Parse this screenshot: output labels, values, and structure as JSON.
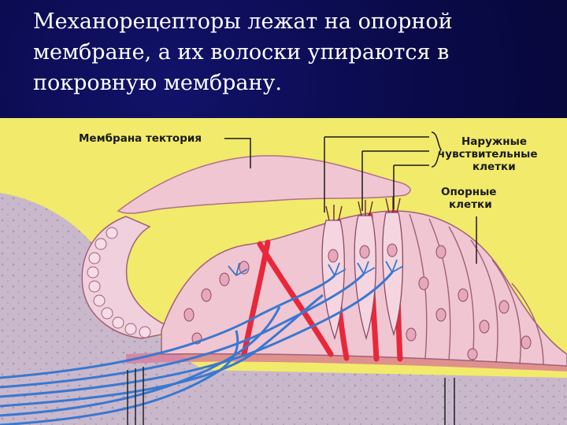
{
  "slide": {
    "title": "Механорецепторы лежат на опорной мембране, а их волоски упираются в покровную мембрану."
  },
  "diagram": {
    "labels": {
      "tectorial_membrane": "Мембрана тектория",
      "outer_hair_cells": [
        "Наружные",
        "чувствительные",
        "клетки"
      ],
      "supporting_cells": [
        "Опорные",
        "клетки"
      ]
    },
    "colors": {
      "background": "#0a0a4a",
      "endolymph": "#f2ea6a",
      "tissue": "#c9b8cc",
      "cells": "#f0c6d2",
      "nerve_fibers": "#3a78d0",
      "vessels": "#e8283a"
    }
  }
}
